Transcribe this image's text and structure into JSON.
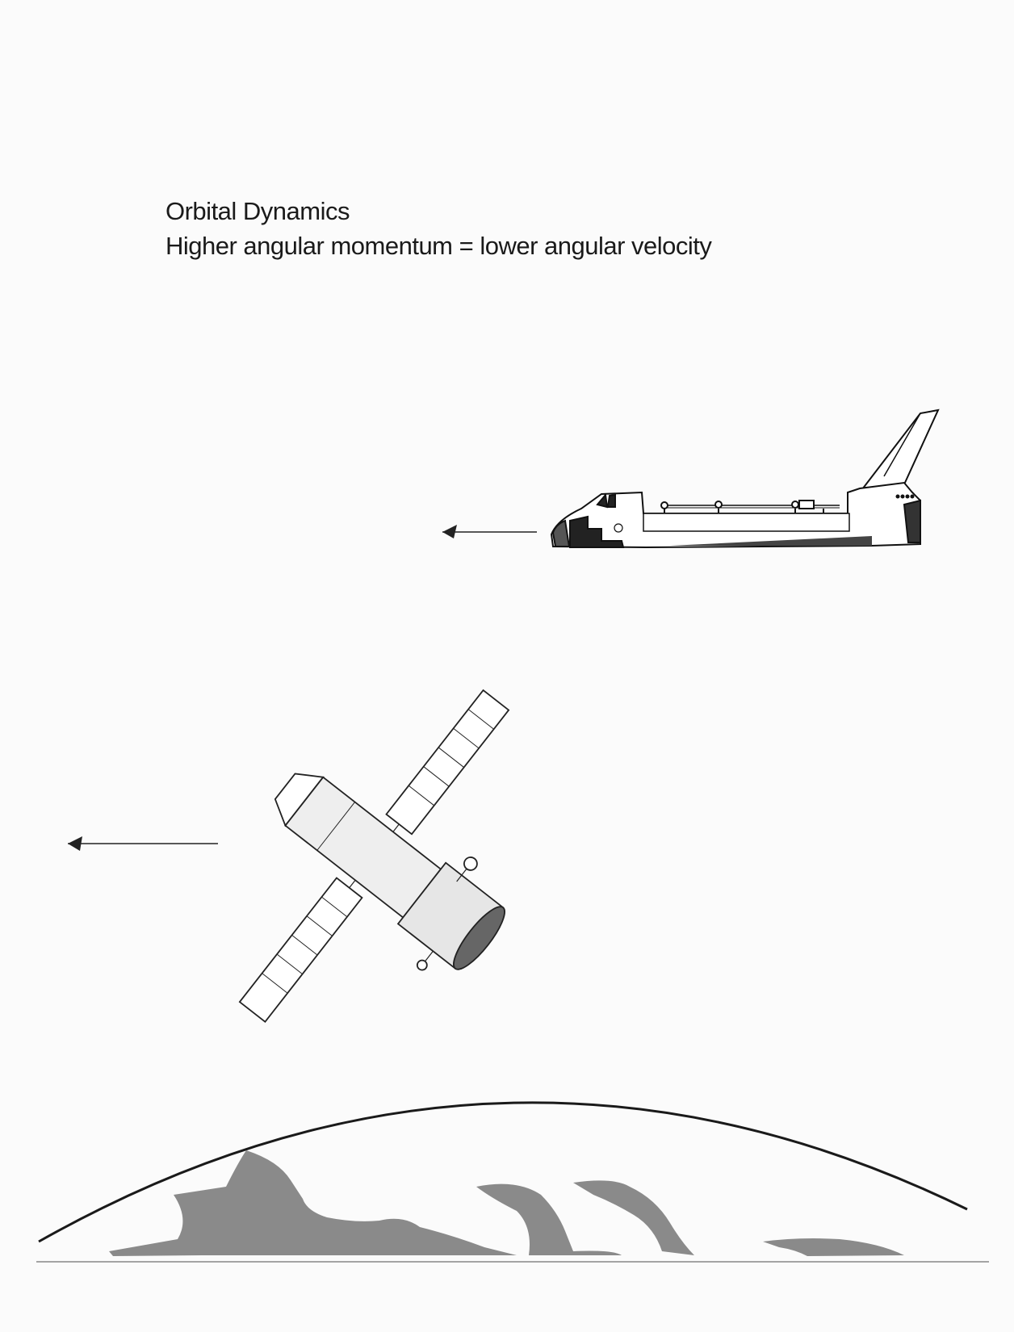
{
  "heading": {
    "title": "Orbital Dynamics",
    "subtitle": "Higher angular momentum = lower angular velocity"
  },
  "figures": {
    "upper_object": "space-shuttle-icon",
    "lower_object": "space-telescope-icon",
    "direction": "left",
    "ink_color": "#1a1a1a",
    "landmass_color": "#8a8a8a"
  }
}
